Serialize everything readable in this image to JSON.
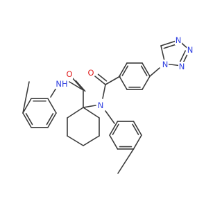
{
  "colors": {
    "bond": "#3b3b3b",
    "nitrogen": "#2f3fe0",
    "oxygen": "#e02020",
    "background": "#ffffff"
  },
  "atom_labels": {
    "amide_nh": "NH",
    "carbonyl_o1": "O",
    "amine_n": "N",
    "carbonyl_o2": "O",
    "tetrazole_n1": "N",
    "tetrazole_n2": "N",
    "tetrazole_n3": "N",
    "tetrazole_n4": "N"
  }
}
